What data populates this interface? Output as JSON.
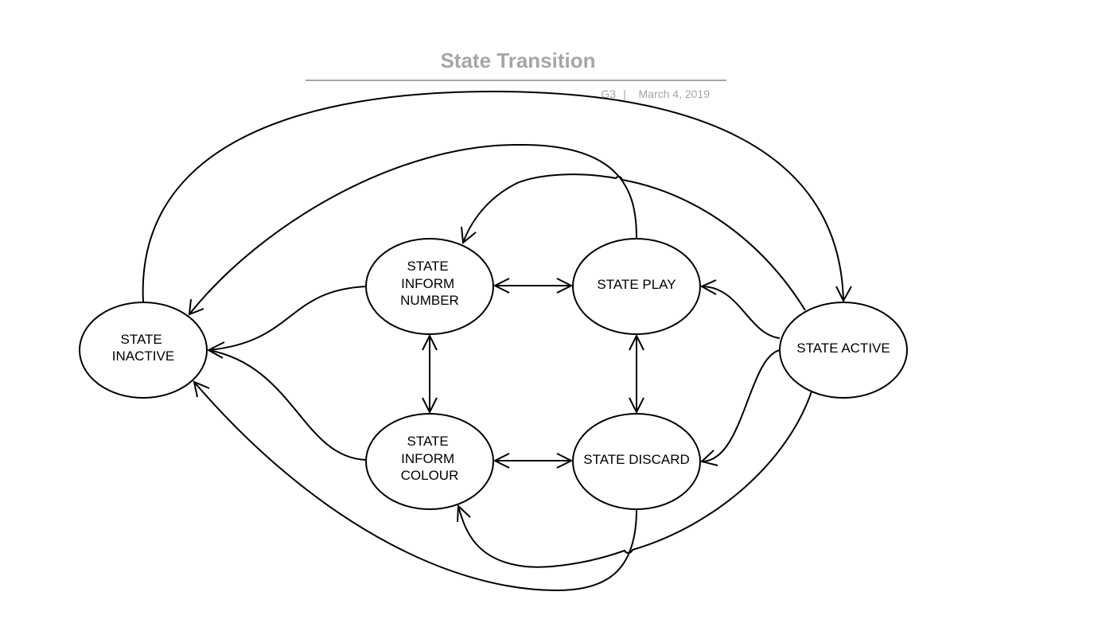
{
  "header": {
    "title": "State Transition",
    "author": "G3",
    "separator": "|",
    "date": "March 4, 2019"
  },
  "nodes": {
    "inactive": {
      "lines": [
        "STATE",
        "INACTIVE"
      ]
    },
    "inform_number": {
      "lines": [
        "STATE",
        "INFORM",
        "NUMBER"
      ]
    },
    "play": {
      "lines": [
        "STATE PLAY"
      ]
    },
    "active": {
      "lines": [
        "STATE ACTIVE"
      ]
    },
    "inform_colour": {
      "lines": [
        "STATE",
        "INFORM",
        "COLOUR"
      ]
    },
    "discard": {
      "lines": [
        "STATE DISCARD"
      ]
    }
  },
  "edges": [
    {
      "from": "inactive",
      "to": "active",
      "bidirectional": false
    },
    {
      "from": "play",
      "to": "inactive",
      "bidirectional": false
    },
    {
      "from": "active",
      "to": "inform_number",
      "bidirectional": false
    },
    {
      "from": "inform_number",
      "to": "play",
      "bidirectional": true
    },
    {
      "from": "inform_number",
      "to": "inactive",
      "bidirectional": false
    },
    {
      "from": "active",
      "to": "play",
      "bidirectional": false
    },
    {
      "from": "inform_number",
      "to": "inform_colour",
      "bidirectional": true
    },
    {
      "from": "play",
      "to": "discard",
      "bidirectional": true
    },
    {
      "from": "inform_colour",
      "to": "inactive",
      "bidirectional": false
    },
    {
      "from": "active",
      "to": "discard",
      "bidirectional": false
    },
    {
      "from": "inform_colour",
      "to": "discard",
      "bidirectional": true
    },
    {
      "from": "active",
      "to": "inform_colour",
      "bidirectional": false
    },
    {
      "from": "discard",
      "to": "inactive",
      "bidirectional": false
    }
  ]
}
